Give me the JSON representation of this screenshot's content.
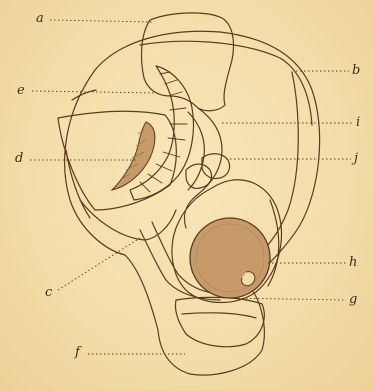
{
  "labels": {
    "a": "a",
    "b": "b",
    "c": "c",
    "d": "d",
    "e": "e",
    "f": "f",
    "g": "g",
    "h": "h",
    "i": "i",
    "j": "j"
  },
  "colors": {
    "paper": "#f4dfae",
    "ink": "#5a3b22",
    "organ_fill": "#c79a69",
    "organ_dark": "#9a6a3e"
  }
}
